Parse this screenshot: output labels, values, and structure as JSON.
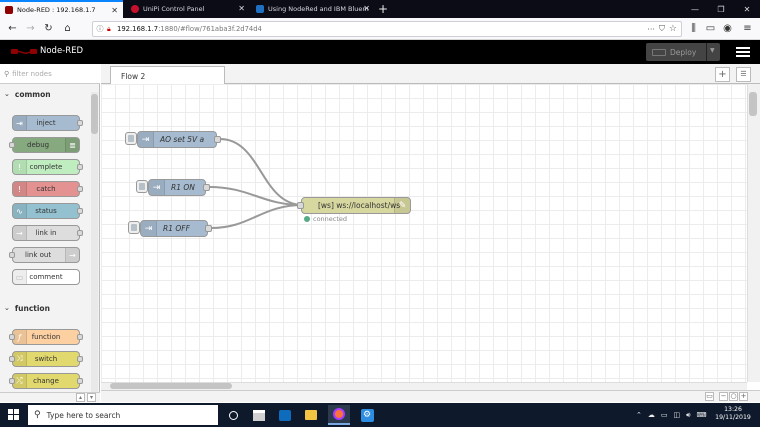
{
  "browser": {
    "tabs": [
      {
        "title": "Node-RED : 192.168.1.7",
        "active": true
      },
      {
        "title": "UniPi Control Panel",
        "active": false
      },
      {
        "title": "Using NodeRed and IBM Bluem",
        "active": false
      }
    ],
    "url_host": "192.168.1.7",
    "url_rest": ":1880/#flow/761aba3f.2d74d4"
  },
  "header": {
    "app_title": "Node-RED",
    "deploy_label": "Deploy"
  },
  "palette": {
    "filter_placeholder": "filter nodes",
    "categories": [
      {
        "name": "common",
        "nodes": [
          {
            "label": "inject",
            "color": "#a6bbcf"
          },
          {
            "label": "debug",
            "color": "#87a980"
          },
          {
            "label": "complete",
            "color": "#c0edc0"
          },
          {
            "label": "catch",
            "color": "#e49191"
          },
          {
            "label": "status",
            "color": "#94c1d0"
          },
          {
            "label": "link in",
            "color": "#dddddd"
          },
          {
            "label": "link out",
            "color": "#dddddd"
          },
          {
            "label": "comment",
            "color": "#ffffff"
          }
        ]
      },
      {
        "name": "function",
        "nodes": [
          {
            "label": "function",
            "color": "#fdd0a2"
          },
          {
            "label": "switch",
            "color": "#e2d96e"
          },
          {
            "label": "change",
            "color": "#e2d96e"
          }
        ]
      }
    ]
  },
  "workspace": {
    "active_tab": "Flow 2",
    "nodes": [
      {
        "label": "AO set 5V a",
        "type": "inject",
        "color": "#a6bbcf"
      },
      {
        "label": "R1 ON",
        "type": "inject",
        "color": "#a6bbcf"
      },
      {
        "label": "R1 OFF",
        "type": "inject",
        "color": "#a6bbcf"
      },
      {
        "label": "[ws] ws://localhost/ws",
        "type": "websocket-out",
        "color": "#d7d7a0",
        "status": "connected",
        "status_color": "#5a8"
      }
    ]
  },
  "taskbar": {
    "search_placeholder": "Type here to search",
    "time": "13:26",
    "date": "19/11/2019"
  }
}
